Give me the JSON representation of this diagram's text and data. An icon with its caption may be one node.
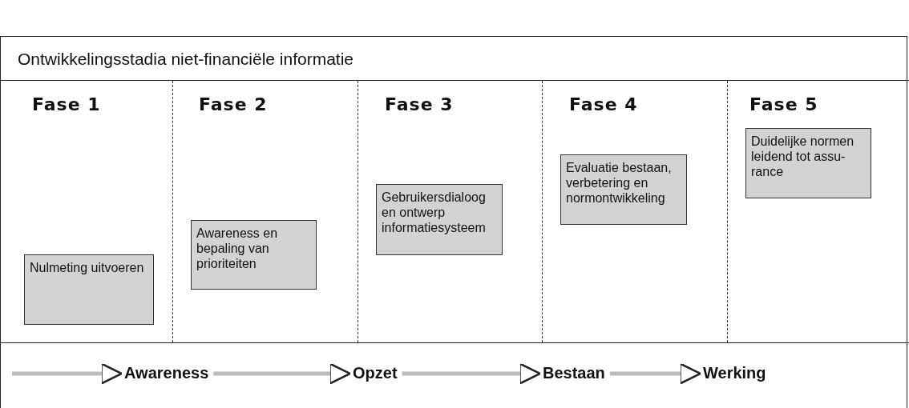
{
  "diagram": {
    "title": "Ontwikkelingsstadia niet-financiële informatie",
    "nodes": [
      {
        "text": [
          "Fase 1"
        ]
      },
      {
        "text": [
          "Nulmeting uitvoeren"
        ],
        "in": 0
      },
      {
        "text": [
          "Fase 2"
        ]
      },
      {
        "text": [
          "Awareness en bepaling van prioriteiten"
        ],
        "in": 2
      },
      {
        "text": [
          "Fase 3"
        ]
      },
      {
        "text": [
          "Gebruikersdialoog en ontwerp informatiesysteem"
        ],
        "in": 4
      },
      {
        "text": [
          "Fase 4"
        ]
      },
      {
        "text": [
          "Evaluatie bestaan, verbetering en normontwikkeling"
        ],
        "in": 6
      },
      {
        "text": [
          "Fase 5"
        ]
      },
      {
        "text": [
          "Duidelijke normen leidend tot assu- rance"
        ],
        "in": 8
      },
      {
        "text": [
          "Awareness"
        ]
      },
      {
        "text": [
          "Opzet"
        ]
      },
      {
        "text": [
          "Bestaan"
        ]
      },
      {
        "text": [
          "Werking"
        ]
      }
    ],
    "edges": [
      {
        "from": null,
        "to": 10,
        "arrow": "to"
      },
      {
        "from": 10,
        "to": 11,
        "arrow": "to"
      },
      {
        "from": 11,
        "to": 12,
        "arrow": "to"
      },
      {
        "from": 12,
        "to": 13,
        "arrow": "to"
      }
    ]
  }
}
